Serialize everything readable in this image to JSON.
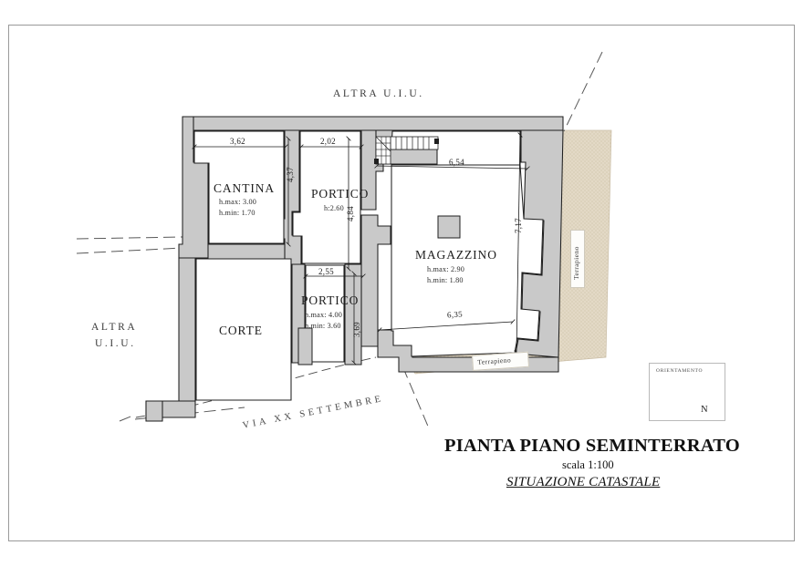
{
  "document": {
    "title": "PIANTA PIANO SEMINTERRATO",
    "scale": "scala 1:100",
    "situation": "SITUAZIONE CATASTALE"
  },
  "orientation": {
    "label": "ORIENTAMENTO",
    "north": "N"
  },
  "rooms": [
    {
      "id": "cantina",
      "name": "CANTINA",
      "h_max": "h.max: 3.00",
      "h_min": "h.min: 1.70"
    },
    {
      "id": "portico1",
      "name": "PORTICO",
      "h_single": "h:2.60"
    },
    {
      "id": "magazzino",
      "name": "MAGAZZINO",
      "h_max": "h.max: 2.90",
      "h_min": "h.min: 1.80"
    },
    {
      "id": "portico2",
      "name": "PORTICO",
      "h_max": "h.max: 4.00",
      "h_min": "h.min: 3.60"
    },
    {
      "id": "corte",
      "name": "CORTE"
    }
  ],
  "dimensions": {
    "cantina_width": "3,62",
    "cantina_height": "4,37",
    "portico1_width": "2,02",
    "portico1_height": "4,84",
    "portico2_width": "2,55",
    "portico2_height": "3,69",
    "magazzino_top": "6,54",
    "magazzino_right": "7,17",
    "magazzino_bottom": "6,35"
  },
  "annotations": {
    "altra_uiu_top": "ALTRA U.I.U.",
    "altra_uiu_left_line1": "ALTRA",
    "altra_uiu_left_line2": "U.I.U.",
    "terrapieno_vertical": "Terrapieno",
    "terrapieno_horizontal": "Terrapieno",
    "street": "VIA XX SETTEMBRE"
  },
  "colors": {
    "wall_fill": "#c9c9c9",
    "wall_stroke": "#1f1f1f",
    "embankment": "#ddd2bd",
    "page_border": "#9a9a9a",
    "text": "#2b2b2b"
  }
}
